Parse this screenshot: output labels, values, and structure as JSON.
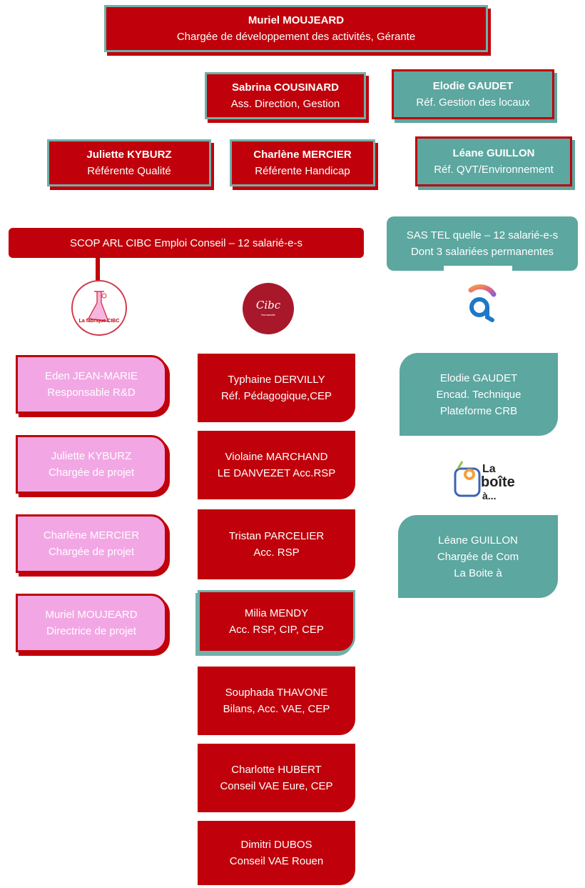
{
  "top": {
    "name": "Muriel MOUJEARD",
    "role": "Chargée de développement des activités, Gérante"
  },
  "row2": [
    {
      "name": "Sabrina COUSINARD",
      "role": "Ass. Direction, Gestion"
    },
    {
      "name": "Elodie GAUDET",
      "role": "Réf. Gestion des locaux"
    }
  ],
  "row3": [
    {
      "name": "Juliette KYBURZ",
      "role": "Référente Qualité"
    },
    {
      "name": "Charlène MERCIER",
      "role": "Référente Handicap"
    },
    {
      "name": "Léane GUILLON",
      "role": "Réf. QVT/Environnement"
    }
  ],
  "entities": {
    "scop": "SCOP ARL CIBC Emploi Conseil – 12 salarié-e-s",
    "sas_line1": "SAS TEL quelle – 12 salarié-e-s",
    "sas_line2": "Dont 3 salariées permanentes"
  },
  "logos": {
    "fabrique": "La fabrique CIBC",
    "cibc": "Cibc",
    "cibc_sub": "Normandie",
    "boite_1": "La",
    "boite_2": "boîte",
    "boite_3": "à..."
  },
  "left_col": [
    {
      "name": "Eden JEAN-MARIE",
      "role": "Responsable R&D"
    },
    {
      "name": "Juliette KYBURZ",
      "role": "Chargée de projet"
    },
    {
      "name": "Charlène MERCIER",
      "role": "Chargée de projet"
    },
    {
      "name": "Muriel MOUJEARD",
      "role": "Directrice de projet"
    }
  ],
  "mid_col": [
    {
      "name": "Typhaine DERVILLY",
      "role": "Réf. Pédagogique,CEP"
    },
    {
      "name": "Violaine MARCHAND",
      "role": "LE DANVEZET Acc.RSP"
    },
    {
      "name": "Tristan PARCELIER",
      "role": "Acc. RSP"
    },
    {
      "name": "Milia MENDY",
      "role": "Acc. RSP, CIP, CEP"
    },
    {
      "name": "Souphada THAVONE",
      "role": "Bilans, Acc. VAE, CEP"
    },
    {
      "name": "Charlotte HUBERT",
      "role": "Conseil VAE Eure, CEP"
    },
    {
      "name": "Dimitri DUBOS",
      "role": "Conseil VAE Rouen"
    }
  ],
  "right_col": [
    {
      "name": "Elodie GAUDET",
      "line2": "Encad. Technique",
      "line3": "Plateforme CRB"
    },
    {
      "name": "Léane GUILLON",
      "line2": "Chargée de Com",
      "line3": "La Boite à"
    }
  ],
  "colors": {
    "red": "#c0000a",
    "teal": "#5ca7a0",
    "pink": "#f2a7e4"
  }
}
